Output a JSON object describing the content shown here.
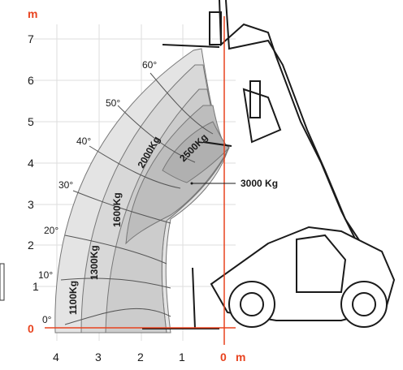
{
  "axis": {
    "y_unit": "m",
    "x_unit": "m",
    "y_ticks": [
      "7",
      "6",
      "5",
      "4",
      "3",
      "2",
      "1",
      "0"
    ],
    "x_ticks": [
      "4",
      "3",
      "2",
      "1",
      "0"
    ],
    "zero_color": "#e8431f"
  },
  "angles": [
    "60°",
    "50°",
    "40°",
    "30°",
    "20°",
    "10°",
    "0°"
  ],
  "loads": {
    "l1100": "1100Kg",
    "l1300": "1300Kg",
    "l1600": "1600Kg",
    "l2000": "2000Kg",
    "l2500": "2500Kg",
    "l3000": "3000 Kg"
  },
  "colors": {
    "accent": "#e8431f",
    "zone_outer": "#e6e6e6",
    "zone_mid": "#d6d6d6",
    "zone_inner": "#c6c6c6",
    "zone_core": "#b8b8b8"
  }
}
